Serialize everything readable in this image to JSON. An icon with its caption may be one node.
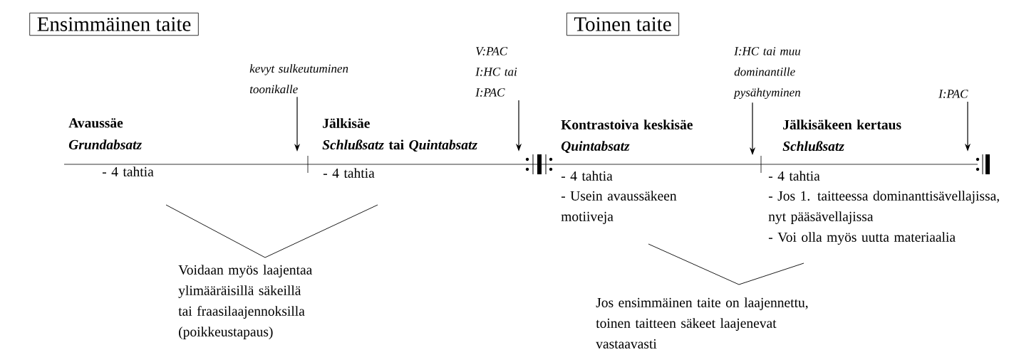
{
  "diagram": {
    "nodes": [
      {
        "text": [
          "Ensimmäinen taite"
        ]
      },
      {
        "text": [
          "Toinen taite"
        ]
      },
      {
        "text": [
          "kevyt sulkeutuminen toonikalle"
        ]
      },
      {
        "text": [
          "V:PAC I:HC tai I:PAC"
        ]
      },
      {
        "text": [
          "I:HC tai muu dominantille pysähtyminen"
        ]
      },
      {
        "text": [
          "I:PAC"
        ]
      },
      {
        "text": [],
        "shape": "bar"
      },
      {
        "text": [],
        "shape": "bar"
      }
    ],
    "edges": [
      {
        "from": 2,
        "to": null,
        "arrow": "to"
      },
      {
        "from": 3,
        "to": 6,
        "arrow": "to"
      },
      {
        "from": 4,
        "to": null,
        "arrow": "to"
      },
      {
        "from": 5,
        "to": 7,
        "arrow": "to"
      }
    ],
    "labels": [
      "Avaussäe",
      "Grundabsatz",
      "Jälkisäe",
      "*Schlußsatz* tai *Quintabsatz*",
      "- 4 tahtia",
      "- 4 tahtia",
      "Kontrastoiva keskisäe",
      "Quintabsatz",
      "- 4 tahtia",
      "- Usein avaussäkeen motiiveja",
      "Jälkisäkeen kertaus",
      "Schlußsatz",
      "- 4 tahtia",
      "- Jos 1. taitteessa dominanttisävellajissa, nyt pääsävellajissa",
      "- Voi olla myös uutta materiaalia",
      "Voidaan myös laajentaa ylimääräisillä säkeillä tai fraasilaajennoksilla (poikkeustapaus)",
      "Jos ensimmäinen taite on laajennettu, toinen taitteen säkeet laajenevat vastaavasti"
    ]
  }
}
